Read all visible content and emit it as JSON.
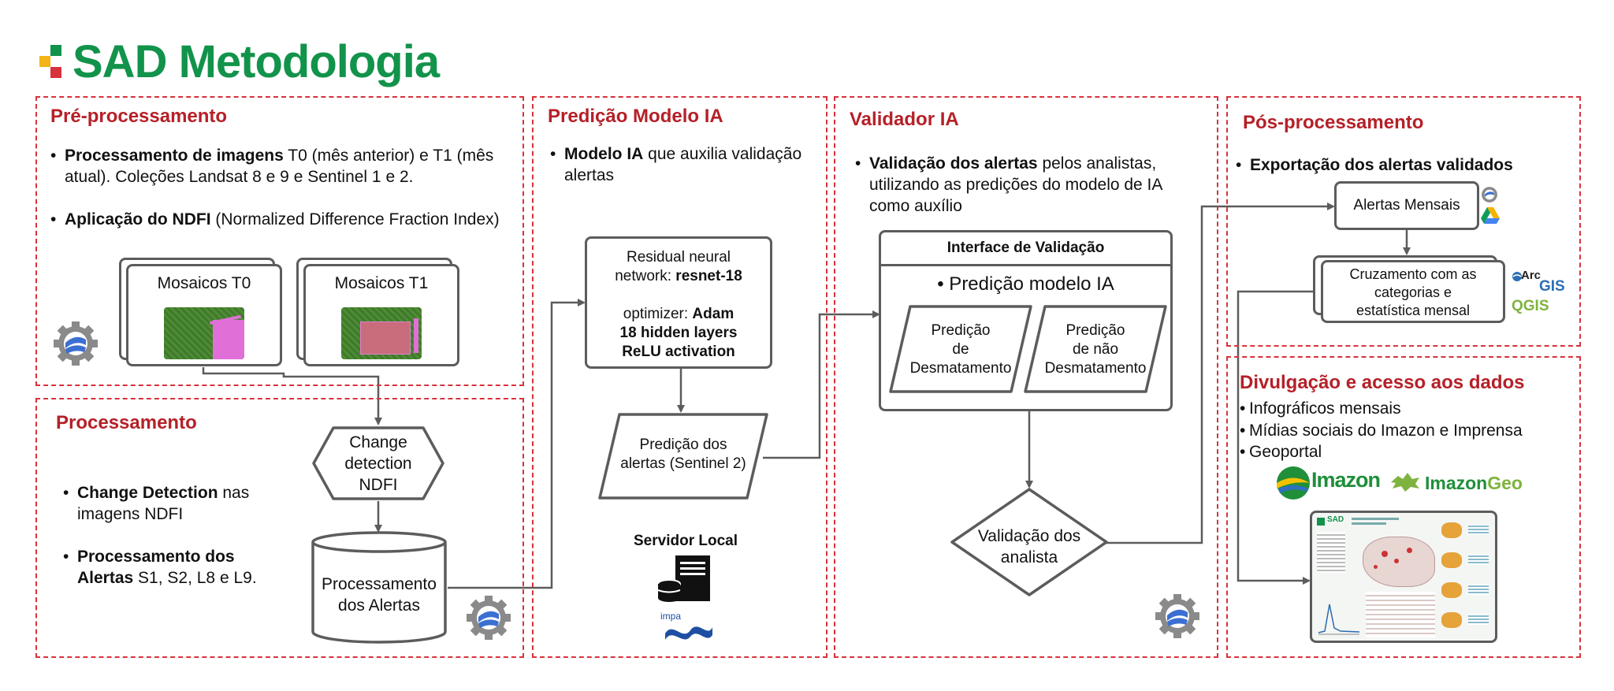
{
  "title": "SAD Metodologia",
  "colors": {
    "title_green": "#12934b",
    "panel_border": "#d8323c",
    "panel_title": "#b52028",
    "stroke": "#5c5c5c"
  },
  "panels": {
    "pre": {
      "title": "Pré-processamento",
      "bullet1_bold": "Processamento de imagens",
      "bullet1_rest": " T0 (mês anterior) e T1 (mês atual). Coleções Landsat 8 e 9 e Sentinel 1 e 2.",
      "bullet2_bold": "Aplicação do NDFI",
      "bullet2_rest": " (Normalized Difference Fraction Index)",
      "mosaic_t0": "Mosaicos T0",
      "mosaic_t1": "Mosaicos T1"
    },
    "proc": {
      "title": "Processamento",
      "bullet1_bold": "Change Detection",
      "bullet1_rest": " nas imagens NDFI",
      "bullet2_bold": "Processamento dos Alertas",
      "bullet2_rest": " S1, S2, L8 e L9.",
      "hex_l1": "Change",
      "hex_l2": "detection",
      "hex_l3": "NDFI",
      "cyl_l1": "Processamento",
      "cyl_l2": "dos Alertas"
    },
    "pred": {
      "title": "Predição Modelo IA",
      "bullet_bold": "Modelo IA",
      "bullet_rest": " que auxilia validação alertas",
      "net_l1": "Residual neural",
      "net_l2a": "network: ",
      "net_l2b": "resnet-18",
      "net_l3a": "optimizer: ",
      "net_l3b": "Adam",
      "net_l4": "18 hidden layers",
      "net_l5": "ReLU activation",
      "para_l1": "Predição dos",
      "para_l2": "alertas (Sentinel 2)",
      "server_label": "Servidor Local",
      "impa_label": "impa"
    },
    "val": {
      "title": "Validador IA",
      "bullet_bold": "Validação dos alertas",
      "bullet_rest": " pelos analistas, utilizando as predições do modelo de IA como auxílio",
      "interface_title": "Interface de Validação",
      "interface_sub": "• Predição modelo IA",
      "p1_l1": "Predição",
      "p1_l2": "de",
      "p1_l3": "Desmatamento",
      "p2_l1": "Predição",
      "p2_l2": "de não",
      "p2_l3": "Desmatamento",
      "diamond_l1": "Validação dos",
      "diamond_l2": "analista"
    },
    "pos": {
      "title": "Pós-processamento",
      "bullet_bold": "Exportação dos alertas validados",
      "alertas": "Alertas Mensais",
      "cruz_l1": "Cruzamento com as",
      "cruz_l2": "categorias e",
      "cruz_l3": "estatística mensal",
      "arc_label": "Arc",
      "gis_label": "GIS",
      "qgis_label": "QGIS"
    },
    "div": {
      "title": "Divulgação e acesso aos dados",
      "items": [
        "Infográficos mensais",
        "Mídias sociais do Imazon e Imprensa",
        "Geoportal"
      ],
      "imazon": "Imazon",
      "imazongeo_a": "Imazon",
      "imazongeo_b": "Geo",
      "report_tag": "SAD"
    }
  }
}
